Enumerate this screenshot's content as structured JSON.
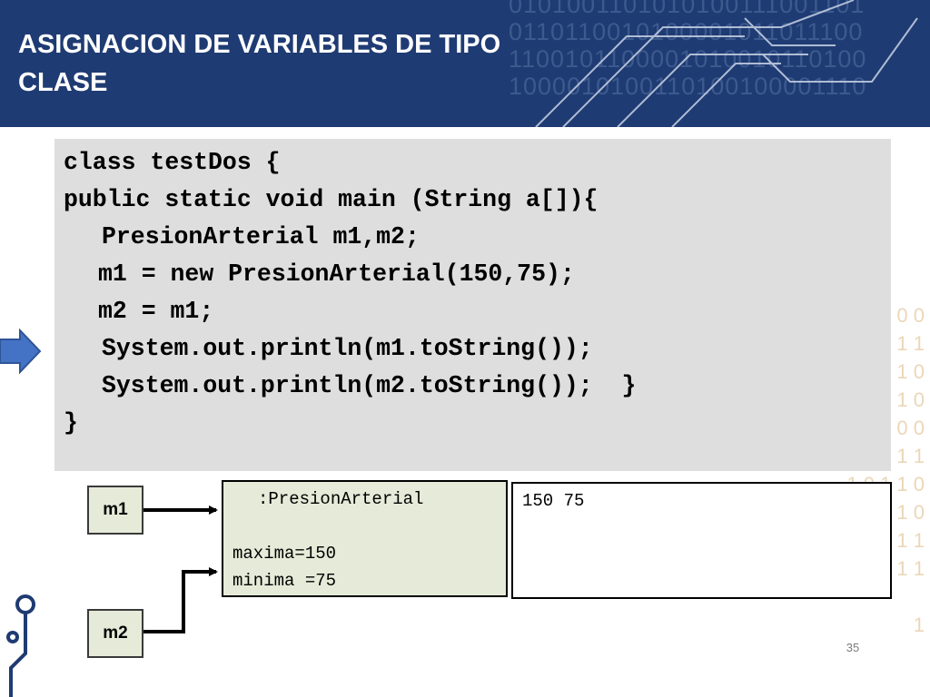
{
  "slide": {
    "title_line1": "ASIGNACION DE VARIABLES DE TIPO",
    "title_line2": "CLASE",
    "page_number": "35"
  },
  "code": {
    "lines": [
      "class testDos {",
      "public static void main (String a[]){",
      "PresionArterial m1,m2;",
      "m1 = new PresionArterial(150,75);",
      "m2 = m1;",
      "System.out.println(m1.toString());",
      "System.out.println(m2.toString());  }",
      "}"
    ]
  },
  "diagram": {
    "ref1": "m1",
    "ref2": "m2",
    "object_class": ":PresionArterial",
    "field1": "maxima=150",
    "field2": "minima =75",
    "output": "150 75"
  },
  "colors": {
    "header": "#1f3b73",
    "code_bg": "#dedede",
    "box_fill": "#e6ead8",
    "arrow": "#4472c4"
  }
}
